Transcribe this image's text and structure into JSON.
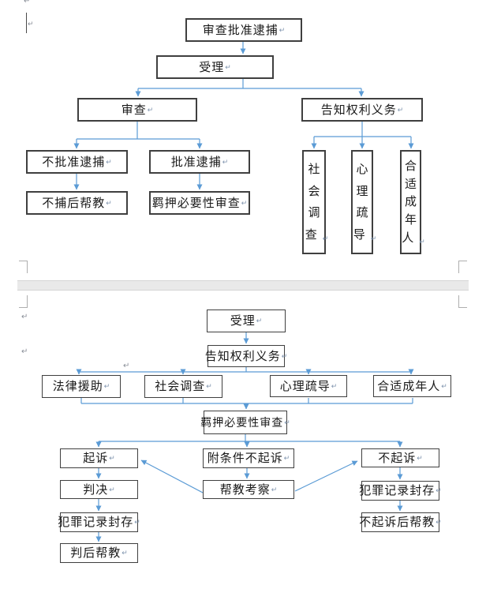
{
  "glyphs": {
    "eol_mark": "↵"
  },
  "colors": {
    "connector": "#5B9BD5",
    "box_border": "#3F3F3F",
    "page_break_band": "#E9E9E9"
  },
  "page1": {
    "nodes": {
      "approve_arrest_review": "审查批准逮捕",
      "accept": "受理",
      "review": "审查",
      "inform_rights": "告知权利义务",
      "no_arrest_approval": "不批准逮捕",
      "arrest_approval": "批准逮捕",
      "post_no_arrest_education": "不捕后帮教",
      "detention_necessity_review": "羁押必要性审查",
      "social_investigation": "社会调查",
      "psychological_counseling": "心理疏导",
      "appropriate_adult": "合适成年人"
    }
  },
  "page2": {
    "nodes": {
      "accept": "受理",
      "inform_rights": "告知权利义务",
      "legal_aid": "法律援助",
      "social_investigation": "社会调查",
      "psychological_counseling": "心理疏导",
      "appropriate_adult": "合适成年人",
      "detention_necessity_review": "羁押必要性审查",
      "prosecute": "起诉",
      "conditional_no_prosecution": "附条件不起诉",
      "no_prosecution": "不起诉",
      "judgment": "判决",
      "education_observation": "帮教考察",
      "criminal_record_seal_judgment": "犯罪记录封存",
      "criminal_record_seal_no_prosecution": "犯罪记录封存",
      "post_judgment_education": "判后帮教",
      "post_no_prosecution_education": "不起诉后帮教"
    }
  }
}
